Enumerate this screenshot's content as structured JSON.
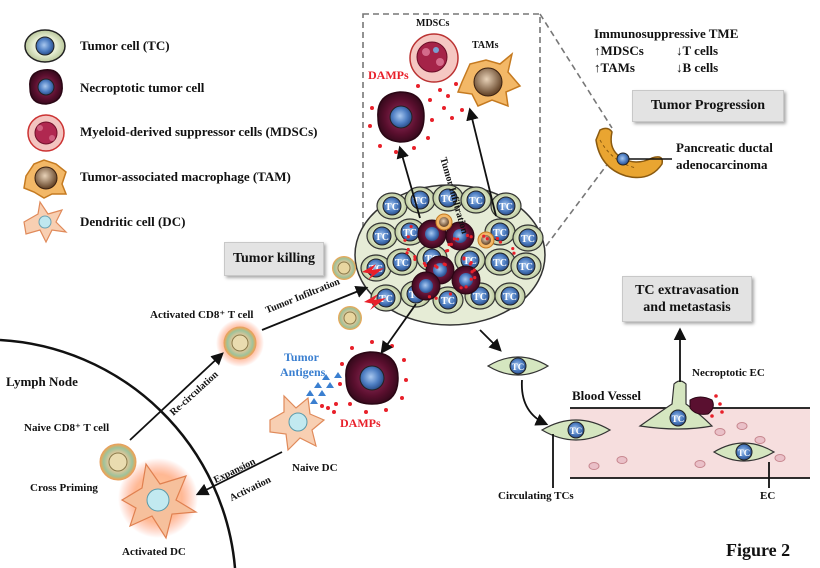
{
  "legend": [
    {
      "label": "Tumor cell (TC)",
      "icon": "tumor-cell-icon"
    },
    {
      "label": "Necroptotic tumor cell",
      "icon": "necroptotic-cell-icon"
    },
    {
      "label": "Myeloid-derived suppressor cells (MDSCs)",
      "icon": "mdsc-icon"
    },
    {
      "label": "Tumor-associated macrophage (TAM)",
      "icon": "tam-icon"
    },
    {
      "label": "Dendritic cell (DC)",
      "icon": "dendritic-cell-icon"
    }
  ],
  "cell_text": "TC",
  "tme": {
    "title": "Immunosuppressive TME",
    "mdsc": "↑MDSCs",
    "tcells": "↓T cells",
    "tams": "↑TAMs",
    "bcells": "↓B cells"
  },
  "inset": {
    "mdscs": "MDSCs",
    "tams": "TAMs",
    "damps": "DAMPs",
    "infiltration": "Tumor Infiltration"
  },
  "boxes": {
    "progression": "Tumor Progression",
    "killing": "Tumor killing",
    "extravasation_1": "TC extravasation",
    "extravasation_2": "and metastasis"
  },
  "pancreas": {
    "line1": "Pancreatic ductal",
    "line2": "adenocarcinoma"
  },
  "labels": {
    "activated_cd8": "Activated CD8⁺ T cell",
    "tumor_infiltration": "Tumor Infiltration",
    "lymph_node": "Lymph Node",
    "recirculation": "Re-circulation",
    "naive_cd8": "Naive CD8⁺ T cell",
    "cross_priming": "Cross Priming",
    "activated_dc": "Activated DC",
    "expansion": "Expansion",
    "activation": "Activation",
    "naive_dc": "Naive DC",
    "tumor_antigens_1": "Tumor",
    "tumor_antigens_2": "Antigens",
    "damps": "DAMPs",
    "blood_vessel": "Blood Vessel",
    "necroptotic_ec": "Necroptotic EC",
    "circulating_tcs": "Circulating TCs",
    "ec": "EC",
    "figure": "Figure 2"
  },
  "colors": {
    "damps": "#e8202a",
    "antigens": "#3a7fd0",
    "tumor_fill": "#dfe8c8",
    "nucleus": "#4a78b8",
    "necroptotic": "#5a1030",
    "vessel": "#f6dede"
  }
}
